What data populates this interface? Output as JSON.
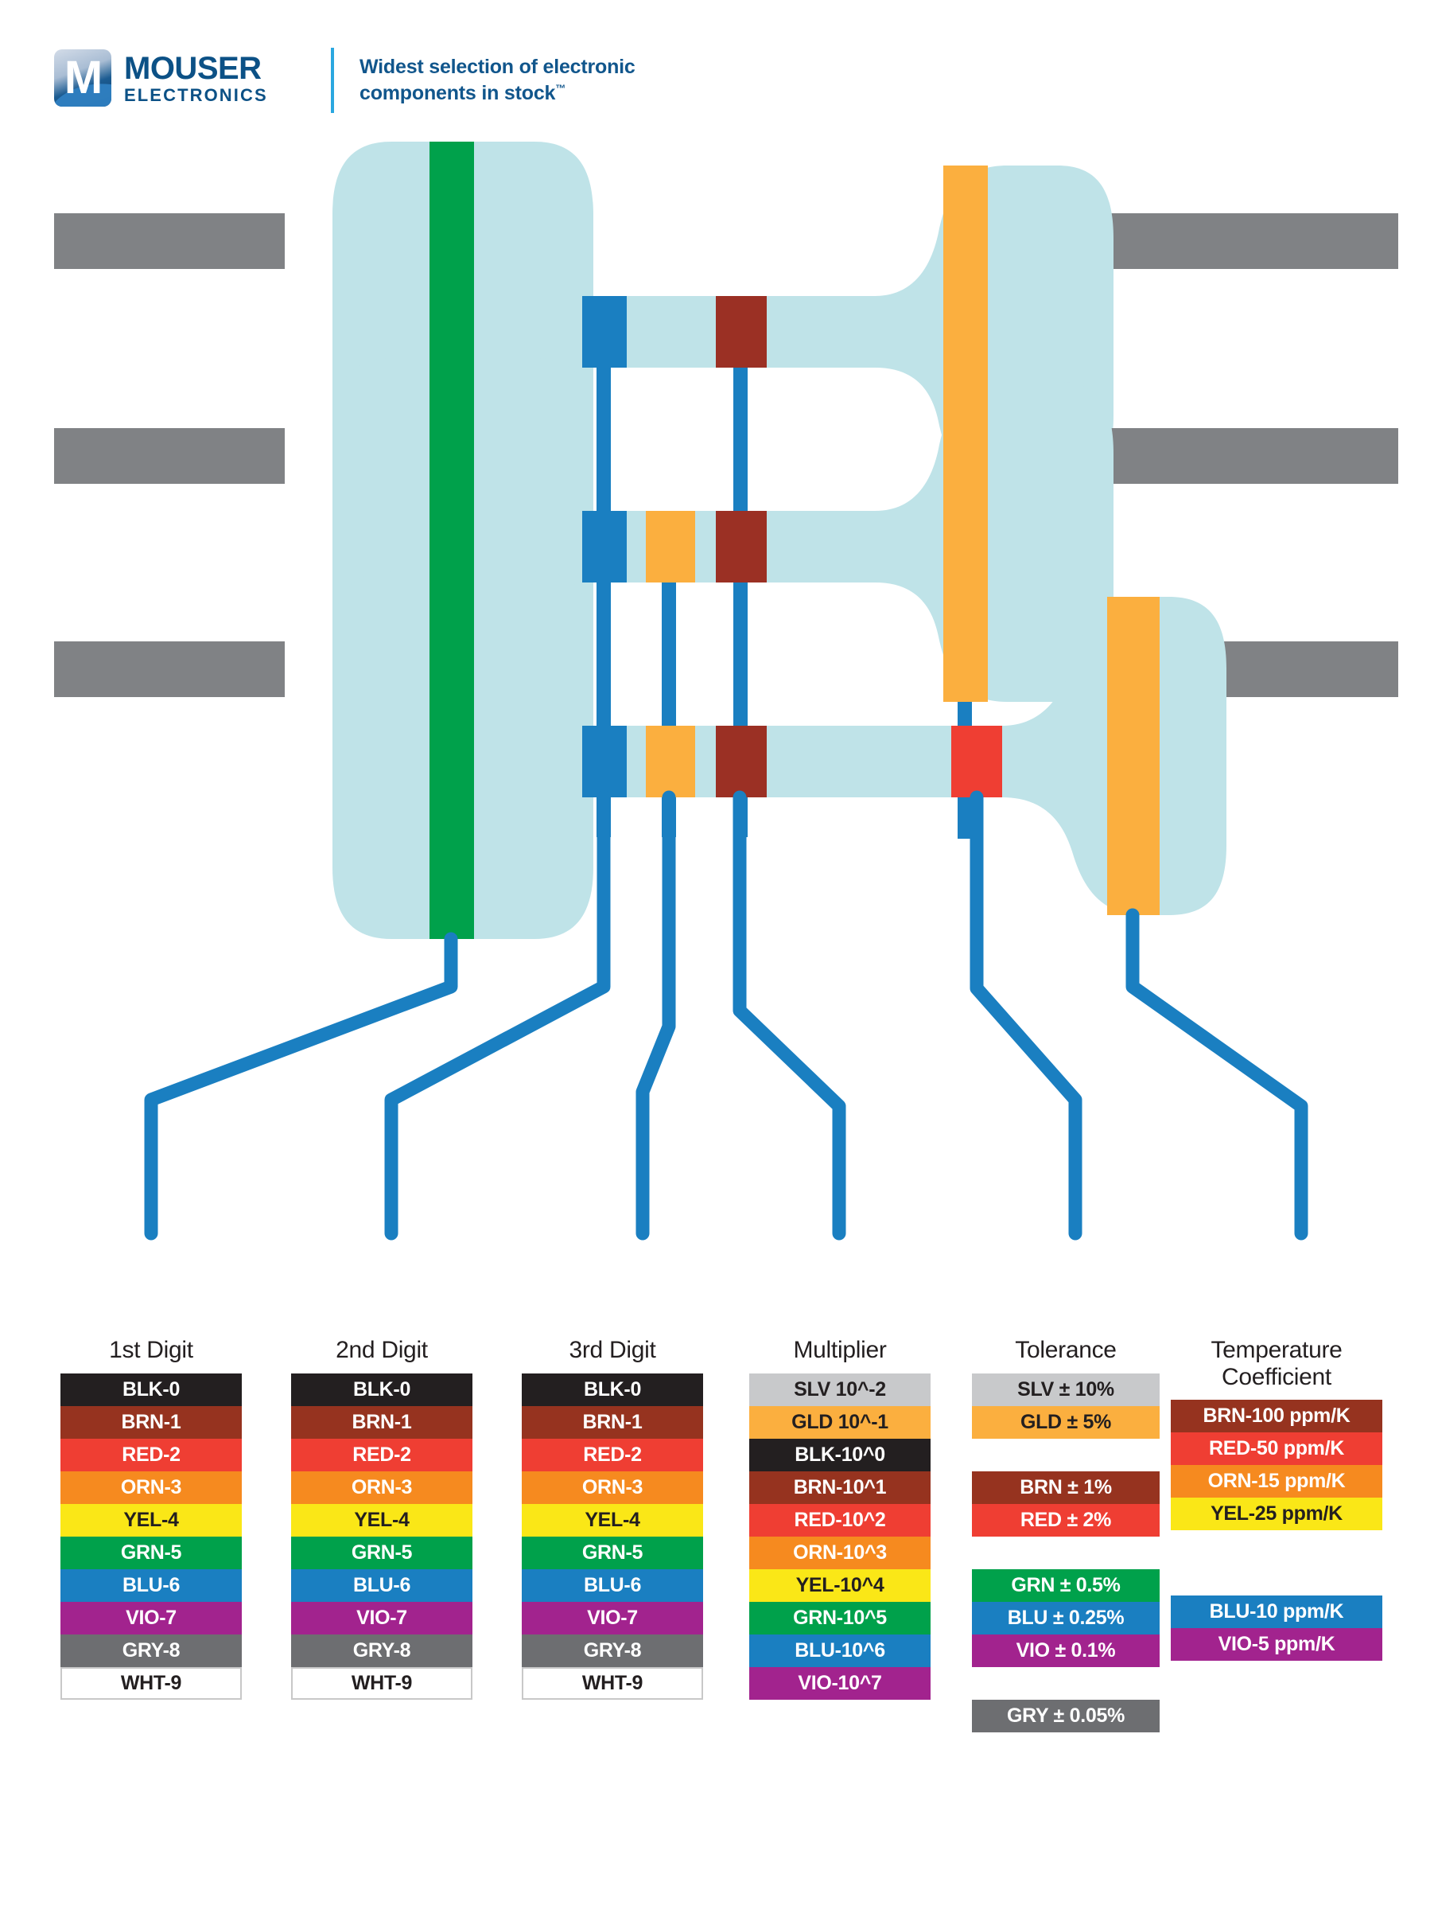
{
  "brand": {
    "logo_name_line1": "MOUSER",
    "logo_name_line2": "ELECTRONICS",
    "logo_mark_letter": "M",
    "tagline_line1": "Widest selection of electronic",
    "tagline_line2": "components in stock",
    "tagline_tm": "™",
    "accent_blue": "#1a7fc1",
    "brand_navy": "#0c5186"
  },
  "diagram": {
    "body_color": "#bfe3e8",
    "lead_color": "#808285",
    "leader_color": "#1a7fc1",
    "resistors": [
      {
        "name": "four-band-resistor",
        "bands": [
          {
            "label": "1st Digit",
            "color": "#00a14b"
          },
          {
            "label": "2nd Digit",
            "color": "#1a7fc1"
          },
          {
            "label": "Multiplier",
            "color": "#9b3024"
          },
          {
            "label": "Tolerance",
            "color": "#fbaf3f"
          }
        ]
      },
      {
        "name": "five-band-resistor",
        "bands": [
          {
            "label": "1st Digit",
            "color": "#00a14b"
          },
          {
            "label": "2nd Digit",
            "color": "#1a7fc1"
          },
          {
            "label": "3rd Digit",
            "color": "#fbaf3f"
          },
          {
            "label": "Multiplier",
            "color": "#9b3024"
          },
          {
            "label": "Tolerance",
            "color": "#fbaf3f"
          }
        ]
      },
      {
        "name": "six-band-resistor",
        "bands": [
          {
            "label": "1st Digit",
            "color": "#00a14b"
          },
          {
            "label": "2nd Digit",
            "color": "#1a7fc1"
          },
          {
            "label": "3rd Digit",
            "color": "#fbaf3f"
          },
          {
            "label": "Multiplier",
            "color": "#9b3024"
          },
          {
            "label": "Tolerance",
            "color": "#ef3e33"
          },
          {
            "label": "Temperature Coefficient",
            "color": "#fbaf3f"
          }
        ]
      }
    ]
  },
  "legend": {
    "columns": [
      {
        "id": "first-digit",
        "title": "1st Digit",
        "rows": [
          {
            "label": "BLK-0",
            "bg": "#231f20",
            "fg": "#ffffff"
          },
          {
            "label": "BRN-1",
            "bg": "#96331f",
            "fg": "#ffffff"
          },
          {
            "label": "RED-2",
            "bg": "#ef3e33",
            "fg": "#ffffff"
          },
          {
            "label": "ORN-3",
            "bg": "#f68a1f",
            "fg": "#ffffff"
          },
          {
            "label": "YEL-4",
            "bg": "#fae717",
            "fg": "#231f20"
          },
          {
            "label": "GRN-5",
            "bg": "#00a14b",
            "fg": "#ffffff"
          },
          {
            "label": "BLU-6",
            "bg": "#1a7fc1",
            "fg": "#ffffff"
          },
          {
            "label": "VIO-7",
            "bg": "#a2238e",
            "fg": "#ffffff"
          },
          {
            "label": "GRY-8",
            "bg": "#6d6e71",
            "fg": "#ffffff"
          },
          {
            "label": "WHT-9",
            "bg": "#ffffff",
            "fg": "#231f20",
            "outlined": true
          }
        ]
      },
      {
        "id": "second-digit",
        "title": "2nd Digit",
        "rows": [
          {
            "label": "BLK-0",
            "bg": "#231f20",
            "fg": "#ffffff"
          },
          {
            "label": "BRN-1",
            "bg": "#96331f",
            "fg": "#ffffff"
          },
          {
            "label": "RED-2",
            "bg": "#ef3e33",
            "fg": "#ffffff"
          },
          {
            "label": "ORN-3",
            "bg": "#f68a1f",
            "fg": "#ffffff"
          },
          {
            "label": "YEL-4",
            "bg": "#fae717",
            "fg": "#231f20"
          },
          {
            "label": "GRN-5",
            "bg": "#00a14b",
            "fg": "#ffffff"
          },
          {
            "label": "BLU-6",
            "bg": "#1a7fc1",
            "fg": "#ffffff"
          },
          {
            "label": "VIO-7",
            "bg": "#a2238e",
            "fg": "#ffffff"
          },
          {
            "label": "GRY-8",
            "bg": "#6d6e71",
            "fg": "#ffffff"
          },
          {
            "label": "WHT-9",
            "bg": "#ffffff",
            "fg": "#231f20",
            "outlined": true
          }
        ]
      },
      {
        "id": "third-digit",
        "title": "3rd Digit",
        "rows": [
          {
            "label": "BLK-0",
            "bg": "#231f20",
            "fg": "#ffffff"
          },
          {
            "label": "BRN-1",
            "bg": "#96331f",
            "fg": "#ffffff"
          },
          {
            "label": "RED-2",
            "bg": "#ef3e33",
            "fg": "#ffffff"
          },
          {
            "label": "ORN-3",
            "bg": "#f68a1f",
            "fg": "#ffffff"
          },
          {
            "label": "YEL-4",
            "bg": "#fae717",
            "fg": "#231f20"
          },
          {
            "label": "GRN-5",
            "bg": "#00a14b",
            "fg": "#ffffff"
          },
          {
            "label": "BLU-6",
            "bg": "#1a7fc1",
            "fg": "#ffffff"
          },
          {
            "label": "VIO-7",
            "bg": "#a2238e",
            "fg": "#ffffff"
          },
          {
            "label": "GRY-8",
            "bg": "#6d6e71",
            "fg": "#ffffff"
          },
          {
            "label": "WHT-9",
            "bg": "#ffffff",
            "fg": "#231f20",
            "outlined": true
          }
        ]
      },
      {
        "id": "multiplier",
        "title": "Multiplier",
        "rows": [
          {
            "label": "SLV 10^-2",
            "bg": "#c8c9cb",
            "fg": "#231f20"
          },
          {
            "label": "GLD 10^-1",
            "bg": "#fbaf3f",
            "fg": "#231f20"
          },
          {
            "label": "BLK-10^0",
            "bg": "#231f20",
            "fg": "#ffffff"
          },
          {
            "label": "BRN-10^1",
            "bg": "#96331f",
            "fg": "#ffffff"
          },
          {
            "label": "RED-10^2",
            "bg": "#ef3e33",
            "fg": "#ffffff"
          },
          {
            "label": "ORN-10^3",
            "bg": "#f68a1f",
            "fg": "#ffffff"
          },
          {
            "label": "YEL-10^4",
            "bg": "#fae717",
            "fg": "#231f20"
          },
          {
            "label": "GRN-10^5",
            "bg": "#00a14b",
            "fg": "#ffffff"
          },
          {
            "label": "BLU-10^6",
            "bg": "#1a7fc1",
            "fg": "#ffffff"
          },
          {
            "label": "VIO-10^7",
            "bg": "#a2238e",
            "fg": "#ffffff"
          }
        ]
      },
      {
        "id": "tolerance",
        "title": "Tolerance",
        "rows": [
          {
            "label": "SLV ± 10%",
            "bg": "#c8c9cb",
            "fg": "#231f20"
          },
          {
            "label": "GLD ± 5%",
            "bg": "#fbaf3f",
            "fg": "#231f20"
          },
          {
            "label": "",
            "spacer": true
          },
          {
            "label": "BRN ± 1%",
            "bg": "#96331f",
            "fg": "#ffffff"
          },
          {
            "label": "RED ± 2%",
            "bg": "#ef3e33",
            "fg": "#ffffff"
          },
          {
            "label": "",
            "spacer": true
          },
          {
            "label": "GRN ± 0.5%",
            "bg": "#00a14b",
            "fg": "#ffffff"
          },
          {
            "label": "BLU ± 0.25%",
            "bg": "#1a7fc1",
            "fg": "#ffffff"
          },
          {
            "label": "VIO ± 0.1%",
            "bg": "#a2238e",
            "fg": "#ffffff"
          },
          {
            "label": "",
            "spacer": true
          },
          {
            "label": "GRY ± 0.05%",
            "bg": "#6d6e71",
            "fg": "#ffffff"
          }
        ]
      },
      {
        "id": "temperature-coefficient",
        "title": "Temperature Coefficient",
        "rows": [
          {
            "label": "BRN-100 ppm/K",
            "bg": "#96331f",
            "fg": "#ffffff"
          },
          {
            "label": "RED-50 ppm/K",
            "bg": "#ef3e33",
            "fg": "#ffffff"
          },
          {
            "label": "ORN-15 ppm/K",
            "bg": "#f68a1f",
            "fg": "#ffffff"
          },
          {
            "label": "YEL-25 ppm/K",
            "bg": "#fae717",
            "fg": "#231f20"
          },
          {
            "label": "",
            "spacer": true
          },
          {
            "label": "",
            "spacer": true
          },
          {
            "label": "BLU-10 ppm/K",
            "bg": "#1a7fc1",
            "fg": "#ffffff"
          },
          {
            "label": "VIO-5 ppm/K",
            "bg": "#a2238e",
            "fg": "#ffffff"
          }
        ]
      }
    ]
  }
}
